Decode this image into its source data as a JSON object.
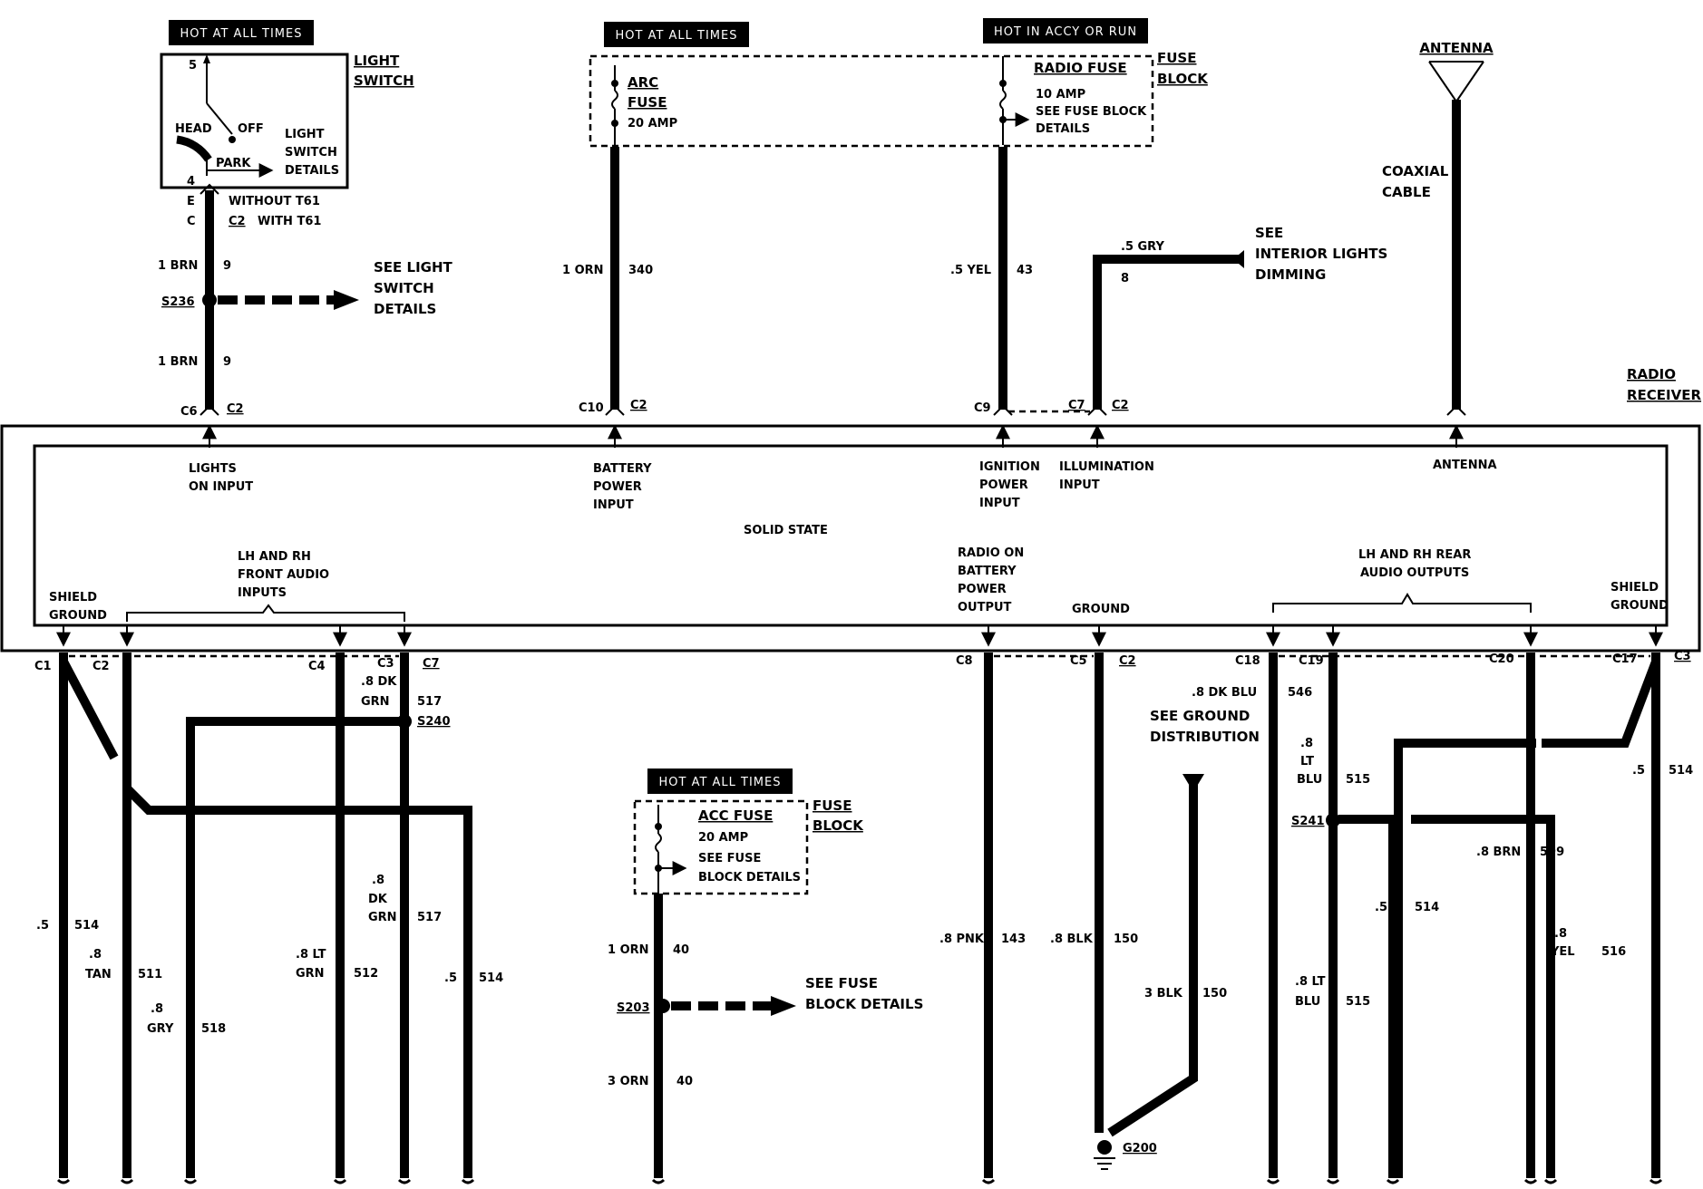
{
  "hot_labels": {
    "always_1": "HOT AT ALL TIMES",
    "always_2": "HOT AT ALL TIMES",
    "acc_run": "HOT IN ACCY OR RUN",
    "always_3": "HOT AT ALL TIMES"
  },
  "light_switch": {
    "title_1": "LIGHT",
    "title_2": "SWITCH",
    "pin_5": "5",
    "pin_4": "4",
    "head": "HEAD",
    "off": "OFF",
    "park": "PARK",
    "details_1": "LIGHT",
    "details_2": "SWITCH",
    "details_3": "DETAILS",
    "conn_e": "E",
    "conn_c": "C",
    "without": "WITHOUT T61",
    "c2": "C2",
    "with": "WITH T61"
  },
  "wires_top": {
    "w1_color": "1 BRN",
    "w1_num": "9",
    "w2_color": "1 BRN",
    "w2_num": "9",
    "s236": "S236",
    "see_ls_1": "SEE LIGHT",
    "see_ls_2": "SWITCH",
    "see_ls_3": "DETAILS",
    "c6": "C6",
    "c6_c2": "C2",
    "orn_color": "1 ORN",
    "orn_num": "340",
    "c10": "C10",
    "c10_c2": "C2",
    "yel_color": ".5 YEL",
    "yel_num": "43",
    "c9": "C9",
    "gry_color": ".5 GRY",
    "gry_num": "8",
    "see_int_1": "SEE",
    "see_int_2": "INTERIOR LIGHTS",
    "see_int_3": "DIMMING",
    "c7": "C7",
    "c7_c2": "C2",
    "coax_1": "COAXIAL",
    "coax_2": "CABLE",
    "antenna": "ANTENNA"
  },
  "fuse_block_top": {
    "arc_1": "ARC",
    "arc_2": "FUSE",
    "arc_amp": "20 AMP",
    "radio_fuse": "RADIO FUSE",
    "radio_amp": "10 AMP",
    "radio_see_1": "SEE FUSE BLOCK",
    "radio_see_2": "DETAILS",
    "fb_1": "FUSE",
    "fb_2": "BLOCK"
  },
  "receiver": {
    "title_1": "RADIO",
    "title_2": "RECEIVER",
    "lights_1": "LIGHTS",
    "lights_2": "ON INPUT",
    "batt_1": "BATTERY",
    "batt_2": "POWER",
    "batt_3": "INPUT",
    "ign_1": "IGNITION",
    "ign_2": "POWER",
    "ign_3": "INPUT",
    "illum_1": "ILLUMINATION",
    "illum_2": "INPUT",
    "antenna": "ANTENNA",
    "solid": "SOLID STATE",
    "shield_l_1": "SHIELD",
    "shield_l_2": "GROUND",
    "front_1": "LH AND RH",
    "front_2": "FRONT AUDIO",
    "front_3": "INPUTS",
    "radio_on_1": "RADIO ON",
    "radio_on_2": "BATTERY",
    "radio_on_3": "POWER",
    "radio_on_4": "OUTPUT",
    "ground": "GROUND",
    "rear_1": "LH AND RH REAR",
    "rear_2": "AUDIO OUTPUTS",
    "shield_r_1": "SHIELD",
    "shield_r_2": "GROUND"
  },
  "bottom_connectors": {
    "c1": "C1",
    "c2a": "C2",
    "c4": "C4",
    "c3": "C3",
    "c7": "C7",
    "c8": "C8",
    "c5": "C5",
    "c2b": "C2",
    "c18": "C18",
    "c19": "C19",
    "c20": "C20",
    "c17": "C17",
    "c3b": "C3"
  },
  "bottom_wires": {
    "dkgrn_a1": ".8 DK",
    "dkgrn_a2": "GRN",
    "dkgrn_a_num": "517",
    "s240": "S240",
    "w514a_color": ".5",
    "w514a_num": "514",
    "tan_1": ".8",
    "tan_2": "TAN",
    "tan_num": "511",
    "gry_1": ".8",
    "gry_2": "GRY",
    "gry_num": "518",
    "dkgrn_b1": ".8",
    "dkgrn_b2": "DK",
    "dkgrn_b3": "GRN",
    "dkgrn_b_num": "517",
    "ltgrn_1": ".8 LT",
    "ltgrn_2": "GRN",
    "ltgrn_num": "512",
    "w514b_color": ".5",
    "w514b_num": "514",
    "pnk_color": ".8 PNK",
    "pnk_num": "143",
    "blk_color": ".8 BLK",
    "blk_num": "150",
    "blk3_color": "3 BLK",
    "blk3_num": "150",
    "see_gd_1": "SEE GROUND",
    "see_gd_2": "DISTRIBUTION",
    "g200": "G200",
    "dkblu_color": ".8 DK BLU",
    "dkblu_num": "546",
    "ltblu_a1": ".8",
    "ltblu_a2": "LT",
    "ltblu_a3": "BLU",
    "ltblu_a_num": "515",
    "s241": "S241",
    "brn_color": ".8 BRN",
    "brn_num": "599",
    "w514c_color": ".5",
    "w514c_num": "514",
    "w514d_color": ".5",
    "w514d_num": "514",
    "ltblu_b1": ".8 LT",
    "ltblu_b2": "BLU",
    "ltblu_b_num": "515",
    "yel_1": ".8",
    "yel_2": "YEL",
    "yel_num": "516"
  },
  "acc_fuse": {
    "title": "ACC FUSE",
    "amp": "20 AMP",
    "see_1": "SEE FUSE",
    "see_2": "BLOCK DETAILS",
    "fb_1": "FUSE",
    "fb_2": "BLOCK",
    "orn1_color": "1 ORN",
    "orn1_num": "40",
    "s203": "S203",
    "see_fb_1": "SEE FUSE",
    "see_fb_2": "BLOCK DETAILS",
    "orn3_color": "3 ORN",
    "orn3_num": "40"
  },
  "colors": {
    "ink": "#000000",
    "paper": "#ffffff"
  }
}
